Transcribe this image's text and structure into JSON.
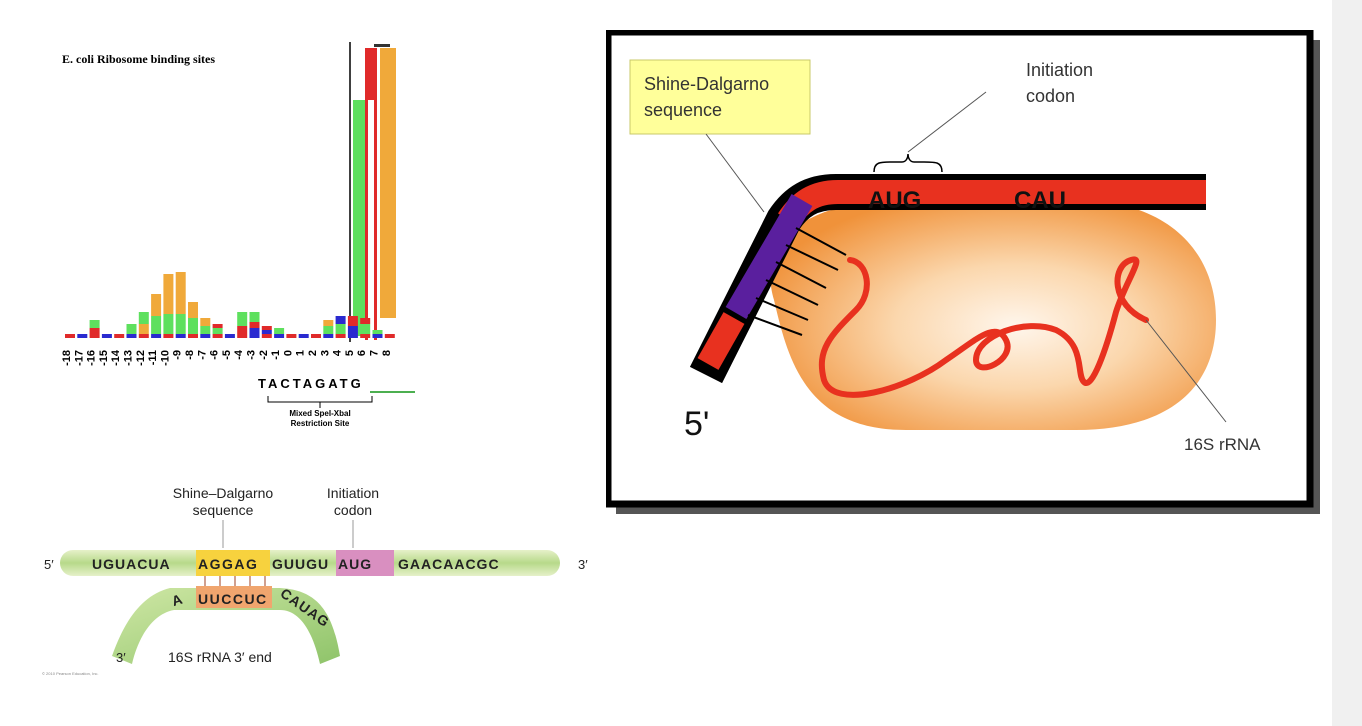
{
  "logo": {
    "title": "E. coli Ribosome binding sites",
    "positions": [
      "-18",
      "-17",
      "-16",
      "-15",
      "-14",
      "-13",
      "-12",
      "-11",
      "-10",
      "-9",
      "-8",
      "-7",
      "-6",
      "-5",
      "-4",
      "-3",
      "-2",
      "-1",
      "0",
      "1",
      "2",
      "3",
      "4",
      "5",
      "6",
      "7",
      "8"
    ],
    "consensus": "TACTAGATG",
    "restriction_label_1": "Mixed SpeI-XbaI",
    "restriction_label_2": "Restriction Site",
    "colors": {
      "A": "#5ee05e",
      "G": "#f0a93a",
      "C": "#2a2ad0",
      "T": "#e02a2a"
    }
  },
  "sd_diagram": {
    "label_sd_1": "Shine–Dalgarno",
    "label_sd_2": "sequence",
    "label_init_1": "Initiation",
    "label_init_2": "codon",
    "five_prime": "5′",
    "three_prime": "3′",
    "mrna_part1": "UGUACUA",
    "mrna_sd": "AGGAG",
    "mrna_part2": "GUUGU",
    "mrna_start": "AUG",
    "mrna_part3": "GAACAACGC",
    "rrna_a": "A",
    "rrna_core": "UUCCUC",
    "rrna_tail": "CAUAG",
    "rrna_three_prime": "3′",
    "rrna_label": "16S rRNA 3′ end",
    "copyright": "© 2010 Pearson Education, Inc."
  },
  "cartoon": {
    "sd_label_1": "Shine-Dalgarno",
    "sd_label_2": "sequence",
    "init_label_1": "Initiation",
    "init_label_2": "codon",
    "codon1": "AUG",
    "codon2": "CAU",
    "five_prime": "5'",
    "rrna_label": "16S rRNA"
  }
}
